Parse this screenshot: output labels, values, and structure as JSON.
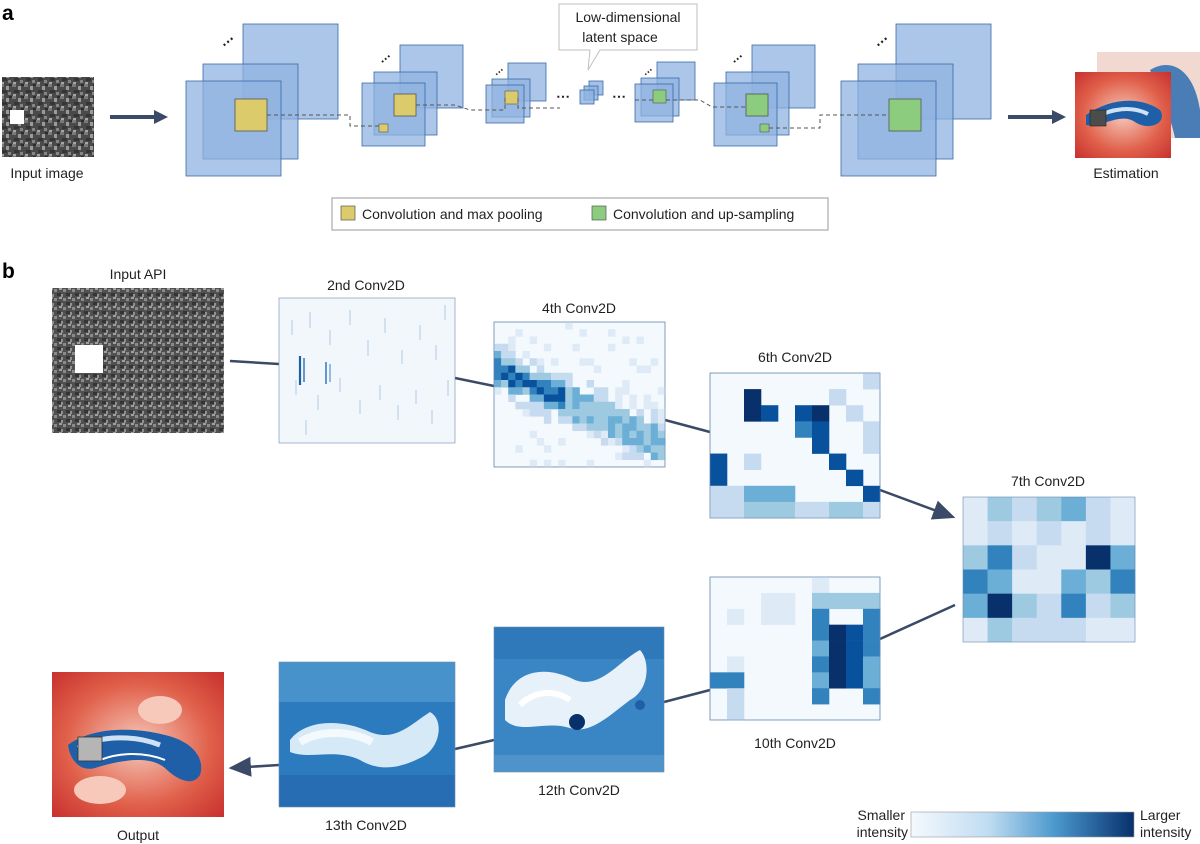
{
  "panel_a": {
    "letter": "a",
    "input_label": "Input image",
    "output_label": "Estimation",
    "latent_label_line1": "Low-dimensional",
    "latent_label_line2": "latent space",
    "legend": {
      "encoder_label": "Convolution and max pooling",
      "decoder_label": "Convolution and up-sampling",
      "encoder_color": "#dccb6a",
      "decoder_color": "#8ccc7f"
    },
    "ellipsis": "..."
  },
  "panel_b": {
    "letter": "b",
    "stages": {
      "input": "Input API",
      "conv2": "2nd Conv2D",
      "conv4": "4th Conv2D",
      "conv6": "6th Conv2D",
      "conv7": "7th Conv2D",
      "conv10": "10th Conv2D",
      "conv12": "12th Conv2D",
      "conv13": "13th Conv2D",
      "output": "Output"
    },
    "colorbar": {
      "low_line1": "Smaller",
      "low_line2": "intensity",
      "high_line1": "Larger",
      "high_line2": "intensity",
      "low_color": "#f4f9fe",
      "high_color": "#08306b"
    }
  },
  "colors": {
    "layer_fill": "#8fb3e0",
    "layer_stroke": "#3a6aa8",
    "arrow": "#3b4a66",
    "flow_red": "#c8312e",
    "flow_blue": "#1f5fa8"
  }
}
